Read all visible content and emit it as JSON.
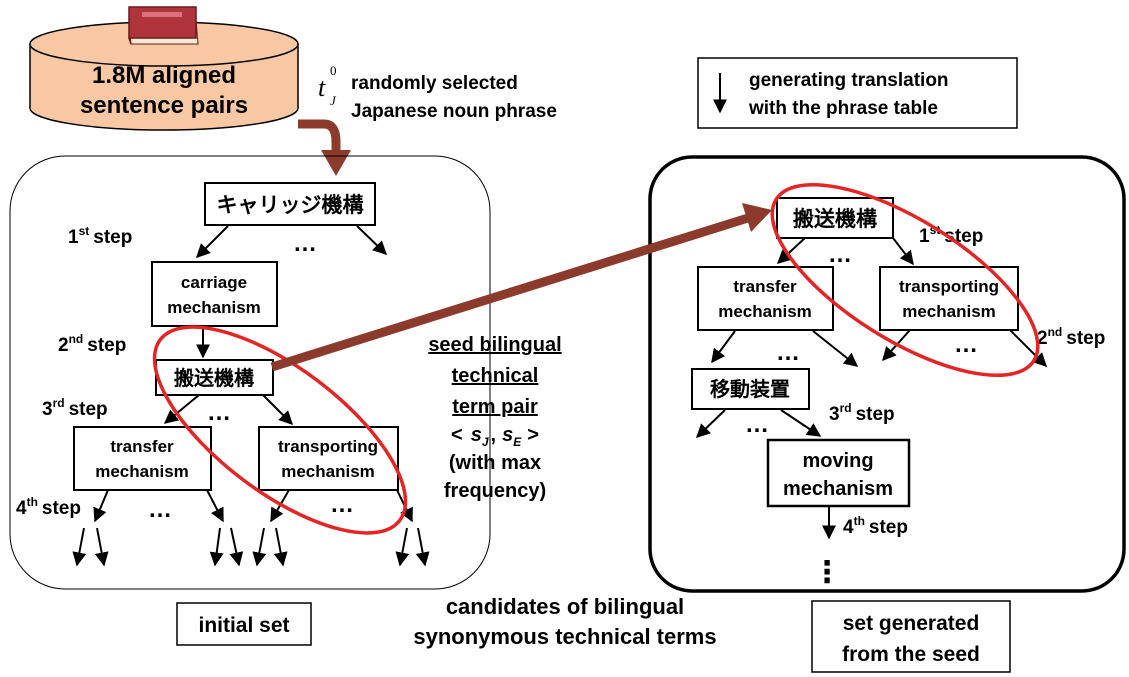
{
  "database": {
    "line1": "1.8M aligned",
    "line2": "sentence pairs",
    "book_icon": "book-icon"
  },
  "seed_selection": {
    "symbol_base": "t",
    "symbol_sub": "J",
    "symbol_sup": "0",
    "line1": "randomly selected",
    "line2": "Japanese noun phrase"
  },
  "legend": {
    "line1": "generating translation",
    "line2": "with the phrase table"
  },
  "left_tree": {
    "root": "キャリッジ機構",
    "step1": {
      "num": "1",
      "sup": "st",
      "word": "step"
    },
    "node_carriage": {
      "line1": "carriage",
      "line2": "mechanism"
    },
    "step2": {
      "num": "2",
      "sup": "nd",
      "word": "step"
    },
    "node_jp": "搬送機構",
    "step3": {
      "num": "3",
      "sup": "rd",
      "word": "step"
    },
    "node_transfer": {
      "line1": "transfer",
      "line2": "mechanism"
    },
    "node_transporting": {
      "line1": "transporting",
      "line2": "mechanism"
    },
    "step4": {
      "num": "4",
      "sup": "th",
      "word": "step"
    },
    "ellipsis": "…"
  },
  "seed_pair": {
    "line1": "seed bilingual",
    "line2": "technical",
    "line3": "term pair",
    "open": "<",
    "sj_base": "s",
    "sj_sub": "J",
    "comma": ",",
    "se_base": "s",
    "se_sub": "E",
    "close": ">",
    "line5": "(with max",
    "line6": "frequency)"
  },
  "right_tree": {
    "root": "搬送機構",
    "step1": {
      "num": "1",
      "sup": "st",
      "word": "step"
    },
    "node_transfer": {
      "line1": "transfer",
      "line2": "mechanism"
    },
    "node_transporting": {
      "line1": "transporting",
      "line2": "mechanism"
    },
    "step2": {
      "num": "2",
      "sup": "nd",
      "word": "step"
    },
    "node_jp2": "移動装置",
    "step3": {
      "num": "3",
      "sup": "rd",
      "word": "step"
    },
    "node_moving": {
      "line1": "moving",
      "line2": "mechanism"
    },
    "step4": {
      "num": "4",
      "sup": "th",
      "word": "step"
    },
    "ellipsis": "…",
    "vertical_ellipsis": "⋮"
  },
  "captions": {
    "initial_set": "initial set",
    "candidates_line1": "candidates of bilingual",
    "candidates_line2": "synonymous technical terms",
    "generated_line1": "set generated",
    "generated_line2": "from the seed"
  },
  "colors": {
    "db_fill": "#f8c8a4",
    "highlight_red": "#e52424",
    "seed_arrow_brown": "#8b3a2c"
  }
}
